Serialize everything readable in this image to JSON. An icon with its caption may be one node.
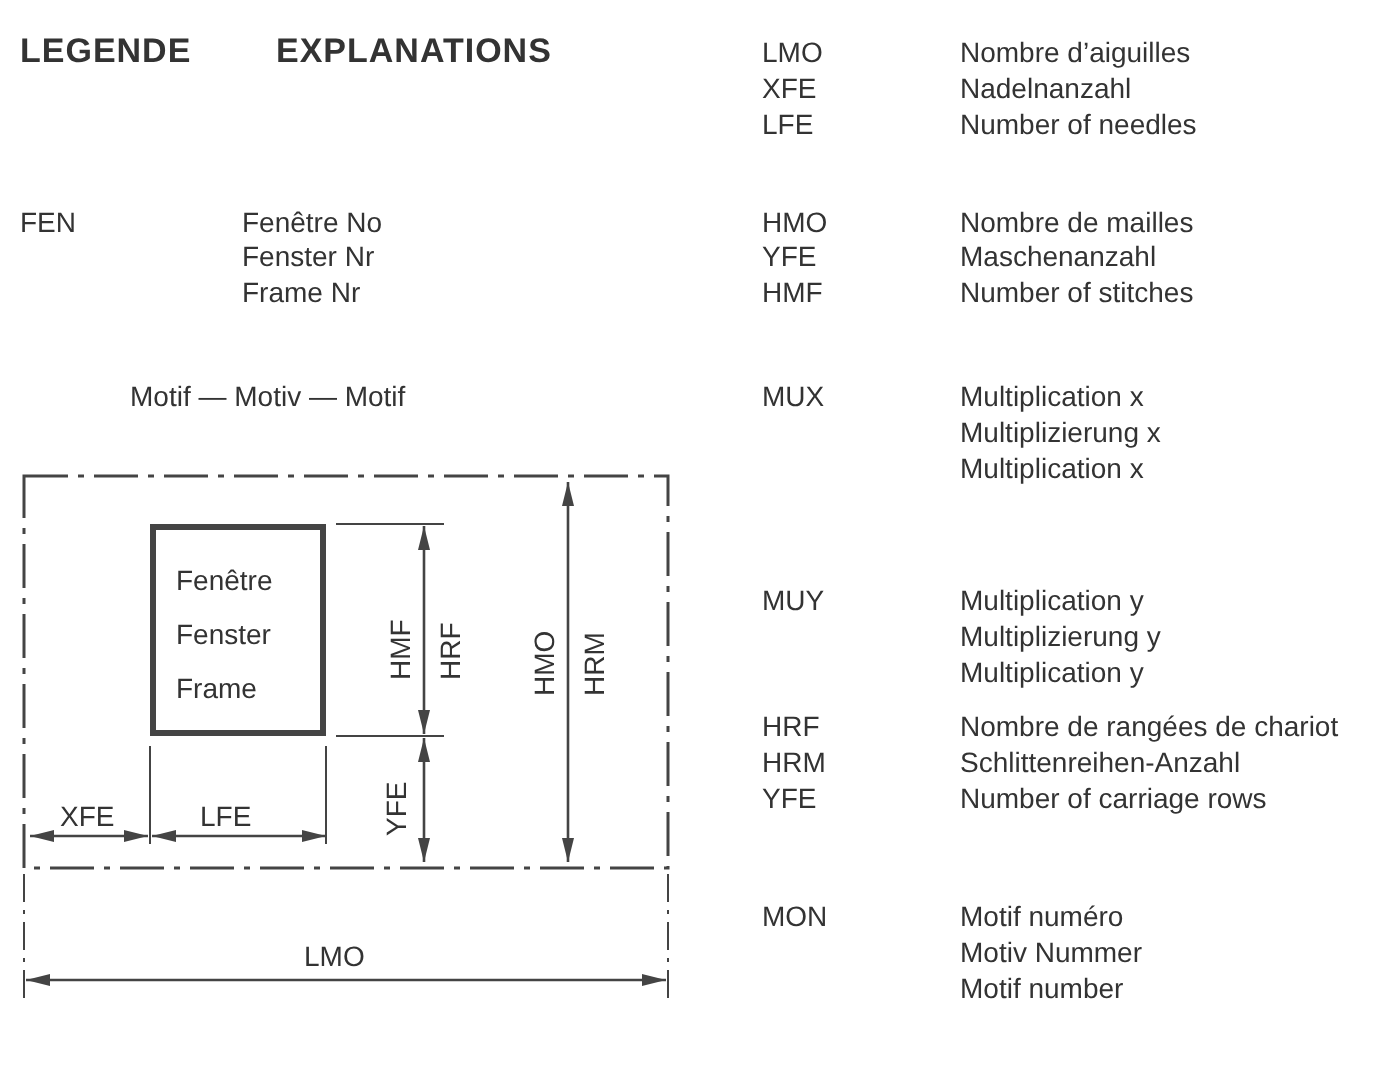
{
  "diagram": {
    "nodes": [
      {
        "text": [
          "Motif — Motiv — Motif"
        ]
      },
      {
        "text": [
          "Fenêtre Fenster Frame"
        ],
        "in": 0
      }
    ],
    "edges": [],
    "labels": [
      "LEGENDE",
      "EXPLANATIONS",
      "LMO",
      "Nombre d’aiguilles",
      "XFE",
      "Nadelnanzahl",
      "LFE",
      "Number of needles",
      "FEN",
      "Fenêtre No",
      "HMO",
      "Nombre de mailles",
      "Fenster Nr",
      "YFE",
      "Maschenanzahl",
      "Frame Nr",
      "HMF",
      "Number of stitches",
      "MUX",
      "Multiplication x",
      "Multiplizierung x",
      "Multiplication x",
      "MUY",
      "Multiplication y",
      "Multiplizierung y",
      "Multiplication y",
      "HRF",
      "Nombre de rangées de chariot",
      "HRM",
      "Schlittenreihen-Anzahl",
      "YFE",
      "Number of carriage rows",
      "MON",
      "Motif numéro",
      "Motiv Nummer",
      "Motif number",
      "HMF",
      "HRF",
      "HMO",
      "HRM",
      "XFE",
      "LFE",
      "YFE",
      "LMO"
    ]
  }
}
